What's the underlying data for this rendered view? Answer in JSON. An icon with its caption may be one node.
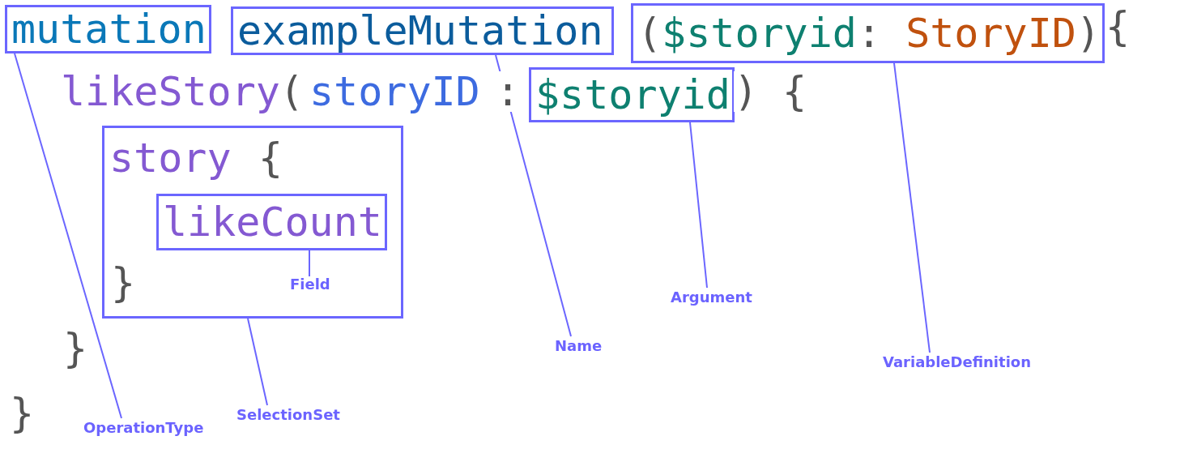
{
  "diagram": {
    "nodes": [
      {
        "text": [
          "mutation"
        ]
      },
      {
        "text": [
          "exampleMutation"
        ]
      },
      {
        "text": [
          "(",
          "$storyid",
          ":",
          "StoryID",
          ")"
        ]
      },
      {
        "text": [
          "$storyid"
        ]
      },
      {
        "text": [
          "story",
          "{",
          "}"
        ]
      },
      {
        "text": [
          "likeCount"
        ],
        "in": 4
      },
      {
        "text": [
          "Field"
        ],
        "in": 4
      },
      {
        "text": [
          "Argument"
        ]
      },
      {
        "text": [
          "Name"
        ]
      },
      {
        "text": [
          "VariableDefinition"
        ]
      },
      {
        "text": [
          "SelectionSet"
        ]
      },
      {
        "text": [
          "OperationType"
        ]
      }
    ],
    "edges": [
      {
        "from": 6,
        "to": 5,
        "arrow": "none"
      },
      {
        "from": 7,
        "to": 3,
        "arrow": "none"
      },
      {
        "from": 8,
        "to": 1,
        "arrow": "none"
      },
      {
        "from": 9,
        "to": 2,
        "arrow": "none"
      },
      {
        "from": 10,
        "to": 4,
        "arrow": "none"
      },
      {
        "from": 11,
        "to": 0,
        "arrow": "none"
      }
    ],
    "labels": [
      "{",
      "likeStory",
      "(",
      "storyID",
      ":",
      ")",
      "{",
      "}",
      "}"
    ]
  }
}
